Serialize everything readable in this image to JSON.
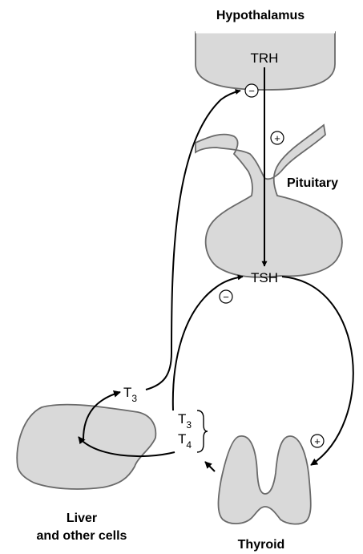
{
  "labels": {
    "hypothalamus": "Hypothalamus",
    "pituitary": "Pituitary",
    "liver_line1": "Liver",
    "liver_line2": "and other cells",
    "thyroid": "Thyroid"
  },
  "hormones": {
    "trh": "TRH",
    "tsh": "TSH",
    "t3_upper": "T",
    "t3_upper_sub": "3",
    "t3_lower": "T",
    "t3_lower_sub": "3",
    "t4": "T",
    "t4_sub": "4"
  },
  "signs": {
    "trh_to_pituitary": "+",
    "t3_to_hypothalamus": "−",
    "t3_to_pituitary": "−",
    "tsh_to_thyroid": "+"
  }
}
